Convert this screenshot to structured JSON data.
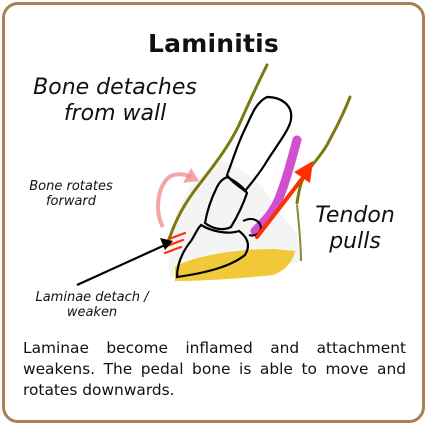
{
  "diagram": {
    "title": "Laminitis",
    "labels": {
      "bone_detaches": "Bone detaches from wall",
      "bone_rotates": "Bone rotates forward",
      "tendon_pulls": "Tendon pulls",
      "laminae_detach": "Laminae detach / weaken"
    },
    "description": "Laminae become inflamed and attachment weakens. The pedal bone is able to move and rotates downwards.",
    "colors": {
      "frame_border": "#a88052",
      "hoof_wall_outline": "#7a7a10",
      "tendon": "#d050d0",
      "tendon_arrow": "#ff3000",
      "laminae_marks": "#ff3000",
      "sole": "#f0c838",
      "rotation_arrow": "#f08888",
      "bone_outline": "#000000"
    }
  }
}
